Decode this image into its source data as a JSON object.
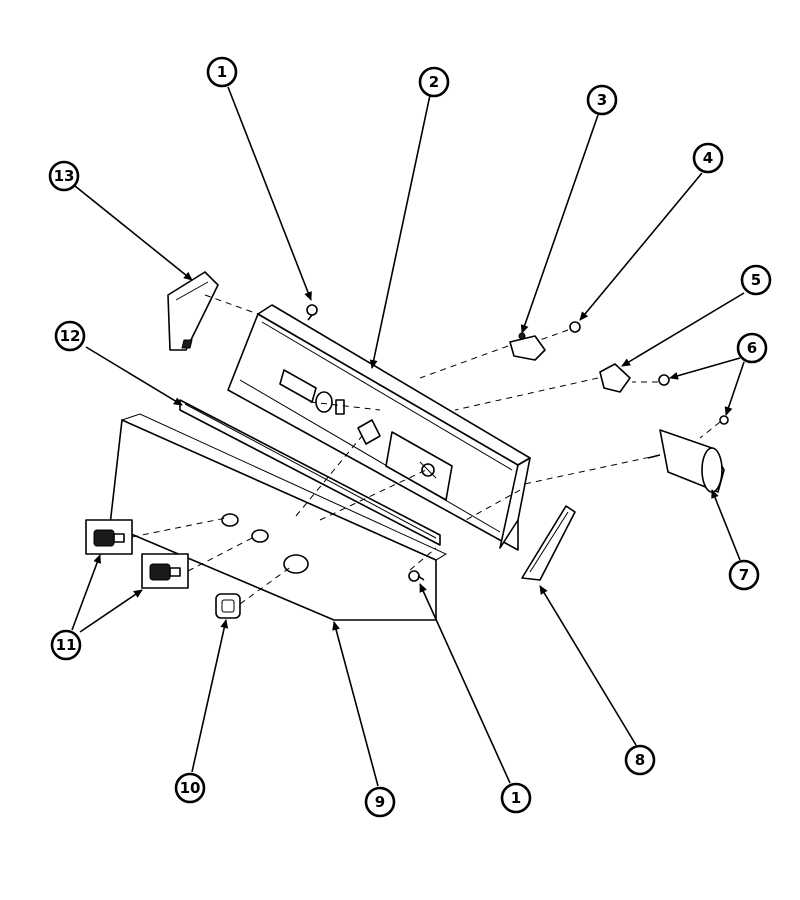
{
  "callouts": [
    {
      "id": "c1a",
      "label": "1"
    },
    {
      "id": "c2",
      "label": "2"
    },
    {
      "id": "c3",
      "label": "3"
    },
    {
      "id": "c4",
      "label": "4"
    },
    {
      "id": "c5",
      "label": "5"
    },
    {
      "id": "c6",
      "label": "6"
    },
    {
      "id": "c7",
      "label": "7"
    },
    {
      "id": "c8",
      "label": "8"
    },
    {
      "id": "c9",
      "label": "9"
    },
    {
      "id": "c10",
      "label": "10"
    },
    {
      "id": "c11",
      "label": "11"
    },
    {
      "id": "c12",
      "label": "12"
    },
    {
      "id": "c13",
      "label": "13"
    },
    {
      "id": "c1b",
      "label": "1"
    }
  ]
}
